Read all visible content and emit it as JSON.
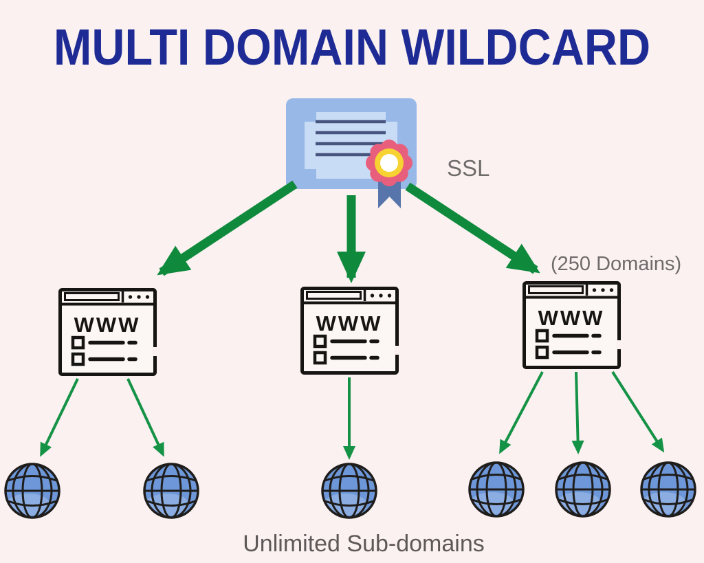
{
  "title": "MULTI DOMAIN WILDCARD",
  "certificate": {
    "label": "SSL"
  },
  "annotations": {
    "domains_note": "(250 Domains)",
    "subdomains_note": "Unlimited Sub-domains"
  },
  "browser_windows": [
    {
      "label": "WWW",
      "subdomain_globes": 2
    },
    {
      "label": "WWW",
      "subdomain_globes": 1
    },
    {
      "label": "WWW",
      "subdomain_globes": 3
    }
  ],
  "colors": {
    "background": "#faf1f0",
    "title_blue": "#1e2b95",
    "arrow_green": "#0f8a3d",
    "thin_arrow_green": "#149245",
    "certificate_outer_blue": "#98b8e8",
    "certificate_inner_blue": "#c9dcf6",
    "certificate_line_navy": "#46547e",
    "rosette_pink": "#e85f7d",
    "rosette_yellow": "#f6d232",
    "rosette_center": "#ffffff",
    "ribbon_slate_blue": "#5775aa",
    "globe_blue": "#6d97d8",
    "globe_highlight": "#8bade2",
    "outline_black": "#171513",
    "note_gray": "#6f6b6b"
  }
}
